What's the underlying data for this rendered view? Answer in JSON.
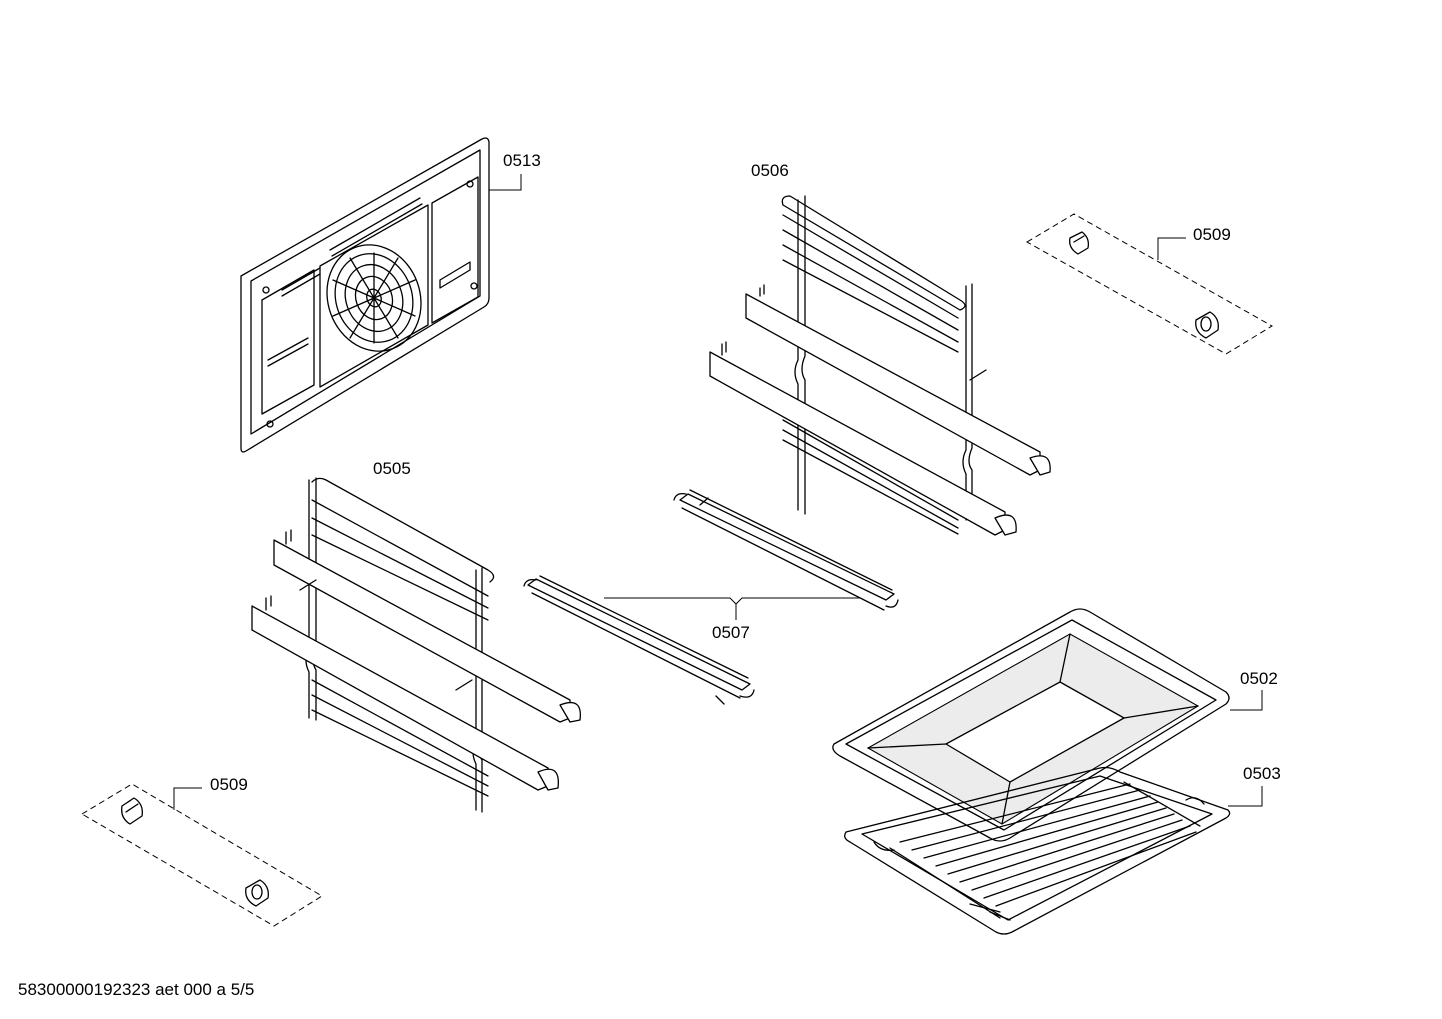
{
  "labels": {
    "p0513": "0513",
    "p0506": "0506",
    "p0509_top": "0509",
    "p0505": "0505",
    "p0507": "0507",
    "p0502": "0502",
    "p0503": "0503",
    "p0509_bottom": "0509"
  },
  "footer": {
    "document_id": "58300000192323 aet 000 a 5/5"
  }
}
